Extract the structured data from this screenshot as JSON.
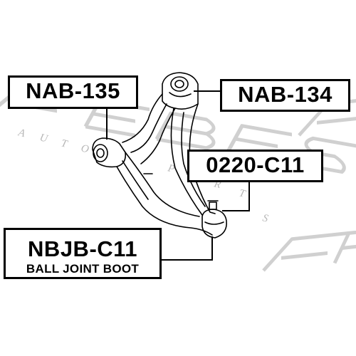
{
  "labels": {
    "nab135": "NAB-135",
    "nab134": "NAB-134",
    "c0220": "0220-C11",
    "nbjb": "NBJB-C11",
    "nbjb_sub": "BALL JOINT BOOT"
  },
  "watermark": {
    "brand": "FEBEST",
    "tagline": "AUTO PARTS"
  },
  "colors": {
    "line": "#000000",
    "watermark": "#c8c8c8",
    "background": "#ffffff"
  }
}
